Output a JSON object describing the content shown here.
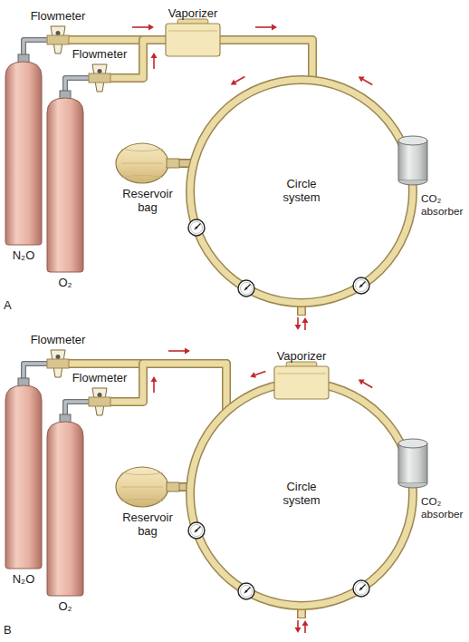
{
  "diagram": {
    "nodes": [
      {
        "text": [
          "Flowmeter"
        ]
      },
      {
        "text": [
          "N₂O"
        ]
      },
      {
        "text": [
          "Flowmeter"
        ]
      },
      {
        "text": [
          "O₂"
        ]
      },
      {
        "text": [
          "Vaporizer"
        ]
      },
      {
        "text": [
          "Circle system"
        ]
      },
      {
        "text": [
          "CO₂ absorber"
        ]
      },
      {
        "text": [
          "Reservoir bag"
        ]
      },
      {
        "text": [
          "Flowmeter"
        ]
      },
      {
        "text": [
          "N₂O"
        ]
      },
      {
        "text": [
          "Flowmeter"
        ]
      },
      {
        "text": [
          "O₂"
        ]
      },
      {
        "text": [
          "Vaporizer"
        ]
      },
      {
        "text": [
          "Circle system"
        ]
      },
      {
        "text": [
          "CO₂ absorber"
        ]
      },
      {
        "text": [
          "Reservoir bag"
        ]
      }
    ],
    "edges": [
      {
        "from": 1,
        "to": 0,
        "arrow": "none"
      },
      {
        "from": 3,
        "to": 2,
        "arrow": "none"
      },
      {
        "from": 0,
        "to": 4,
        "arrow": "to"
      },
      {
        "from": 2,
        "to": 4,
        "arrow": "to"
      },
      {
        "from": 4,
        "to": 5,
        "arrow": "to"
      },
      {
        "from": 7,
        "to": 5,
        "arrow": "none"
      },
      {
        "from": 9,
        "to": 8,
        "arrow": "none"
      },
      {
        "from": 11,
        "to": 10,
        "arrow": "none"
      },
      {
        "from": 8,
        "to": 13,
        "arrow": "to"
      },
      {
        "from": 10,
        "to": 13,
        "arrow": "to"
      },
      {
        "from": 15,
        "to": 13,
        "arrow": "none"
      }
    ],
    "labels": [
      "A",
      "B"
    ]
  }
}
